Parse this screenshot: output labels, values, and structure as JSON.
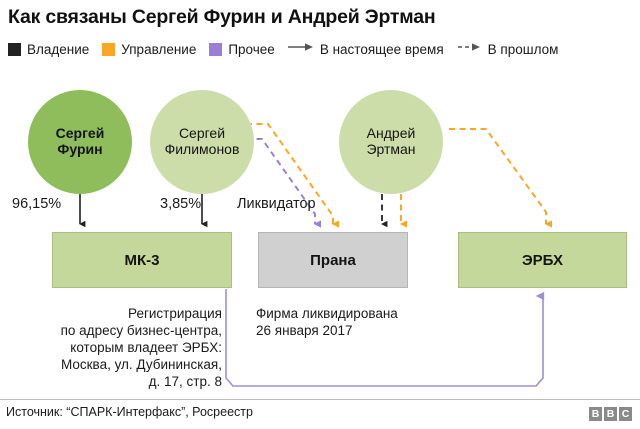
{
  "title": "Как связаны Сергей Фурин и Андрей Эртман",
  "legend": {
    "items": [
      {
        "type": "swatch",
        "name": "ownership",
        "color": "#222222",
        "label": "Владение"
      },
      {
        "type": "swatch",
        "name": "management",
        "color": "#f9a825",
        "label": "Управление"
      },
      {
        "type": "swatch",
        "name": "other",
        "color": "#9b7fd4",
        "label": "Прочее"
      },
      {
        "type": "arrow-solid",
        "name": "current",
        "color": "#555555",
        "label": "В настоящее время"
      },
      {
        "type": "arrow-dashed",
        "name": "past",
        "color": "#555555",
        "label": "В прошлом"
      }
    ]
  },
  "people": [
    {
      "id": "furin",
      "line1": "Сергей",
      "line2": "Фурин",
      "color": "#8fbd5b",
      "bold": true
    },
    {
      "id": "filimonov",
      "line1": "Сергей",
      "line2": "Филимонов",
      "color": "#cdddaa",
      "bold": false
    },
    {
      "id": "ertman",
      "line1": "Андрей",
      "line2": "Эртман",
      "color": "#cdddaa",
      "bold": false
    }
  ],
  "companies": [
    {
      "id": "mk3",
      "label": "МК-3",
      "color": "#c5d89c"
    },
    {
      "id": "prana",
      "label": "Прана",
      "color": "#d0d0d0"
    },
    {
      "id": "erbx",
      "label": "ЭРБХ",
      "color": "#c5d89c"
    }
  ],
  "edge_labels": {
    "furin_mk3": "96,15%",
    "filimonov_mk3": "3,85%",
    "liquidator": "Ликвидатор"
  },
  "notes": {
    "mk3": "Регистрирация\nпо адресу бизнес-центра,\nкоторым владеет ЭРБХ:\nМосква, ул. Дубининская,\nд. 17, стр. 8",
    "prana": "Фирма ликвидирована\n26 января 2017"
  },
  "footer": {
    "source": "Источник: “СПАРК-Интерфакс”, Росреестр",
    "logo_letters": [
      "B",
      "B",
      "C"
    ]
  },
  "colors": {
    "ownership": "#222222",
    "management": "#f9a825",
    "other": "#9b7fd4",
    "green_dark": "#8fbd5b",
    "green_light": "#cdddaa",
    "box_green": "#c5d89c",
    "box_grey": "#d0d0d0",
    "link_purple": "#a08fd0"
  }
}
